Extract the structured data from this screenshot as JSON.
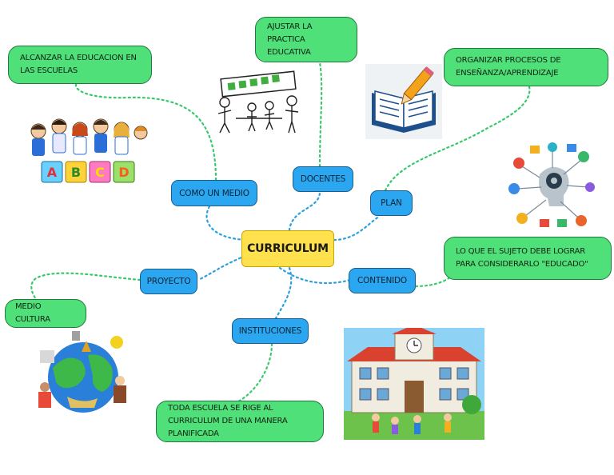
{
  "central": {
    "label": "CURRICULUM"
  },
  "branches": {
    "medio": "COMO UN MEDIO",
    "docentes": "DOCENTES",
    "plan": "PLAN",
    "proyecto": "PROYECTO",
    "contenido": "CONTENIDO",
    "instituciones": "INSTITUCIONES"
  },
  "details": {
    "escuelas": "ALCANZAR LA EDUCACION EN LAS ESCUELAS",
    "practica": "AJUSTAR LA PRACTICA EDUCATIVA",
    "procesos": "ORGANIZAR PROCESOS DE ENSEÑANZA/APRENDIZAJE",
    "educado": "LO QUE EL SUJETO DEBE LOGRAR PARA CONSIDERARLO \"EDUCADO\"",
    "cultura": "MEDIO CULTURA",
    "escuela_rige": "TODA ESCUELA SE RIGE AL CURRICULUM DE UNA MANERA PLANIFICADA"
  },
  "images": {
    "kids_blocks_letters": [
      "A",
      "B",
      "C",
      "D"
    ]
  },
  "colors": {
    "blue_node": "#2aa7f0",
    "green_node": "#4fe07a",
    "central_node": "#ffe14d",
    "connector_blue": "#2a9fe0",
    "connector_green": "#36c96a"
  }
}
